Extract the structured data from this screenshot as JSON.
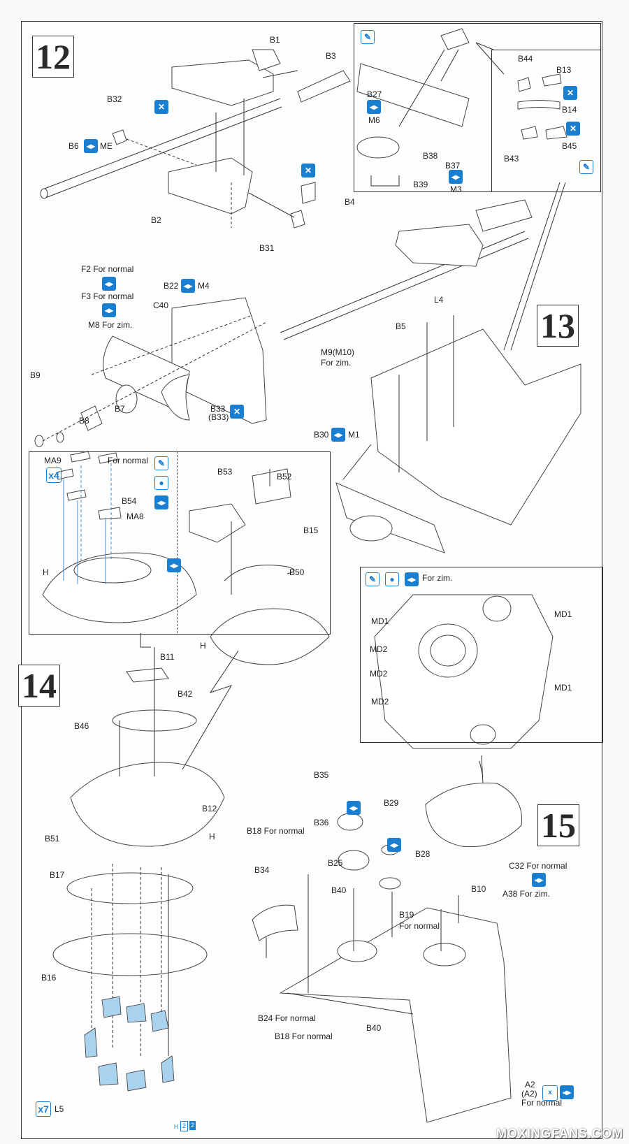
{
  "steps": {
    "s12": "12",
    "s13": "13",
    "s14": "14",
    "s15": "15"
  },
  "icons": {
    "remove": "remove-part-icon",
    "choose": "choose-option-icon",
    "paint": "paint-icon",
    "glue": "glue-icon",
    "remove_glyph": "✕",
    "choose_glyph": "◂▸",
    "paint_glyph": "✎",
    "glue_glyph": "💧"
  },
  "colors": {
    "accent_blue": "#1a7fd0",
    "part_blue": "#a9d2ee",
    "line": "#333333"
  },
  "step12": {
    "labels": {
      "B1": "B1",
      "B3": "B3",
      "B32": "B32",
      "B6": "B6",
      "ME": "ME",
      "B2": "B2",
      "B4": "B4",
      "B31": "B31",
      "F2": "F2 For normal",
      "F3": "F3 For normal",
      "M8": "M8 For zim.",
      "B22": "B22",
      "M4": "M4",
      "C40": "C40",
      "M9": "M9(M10)",
      "M9_note": "For zim.",
      "B9": "B9",
      "B7": "B7",
      "B8": "B8",
      "B33": "B33",
      "B33b": "(B33)"
    }
  },
  "step13": {
    "inset_labels": {
      "B27": "B27",
      "M6": "M6",
      "B38": "B38",
      "B37": "B37",
      "M3": "M3",
      "B39": "B39",
      "B44": "B44",
      "B13": "B13",
      "B14": "B14",
      "B43": "B43",
      "B45": "B45"
    },
    "labels": {
      "L4": "L4",
      "B5": "B5",
      "B30": "B30",
      "M1": "M1"
    }
  },
  "step14": {
    "inset_labels": {
      "MA9": "MA9",
      "x4": "x4",
      "for_normal": "For normal",
      "B54": "B54",
      "MA8": "MA8",
      "H": "H",
      "B53": "B53",
      "B52": "B52",
      "B15": "B15",
      "B50": "B50",
      "H2": "H"
    },
    "labels": {
      "B11": "B11",
      "B42": "B42",
      "B46": "B46",
      "B12": "B12",
      "B51": "B51",
      "H": "H",
      "B17": "B17",
      "B16": "B16",
      "x7": "x7",
      "L5": "L5",
      "sprue_H": "H",
      "sprue_2a": "2",
      "sprue_2b": "2"
    }
  },
  "step15": {
    "inset_labels": {
      "for_zim": "For zim.",
      "MD1_left": "MD1",
      "MD1_right_top": "MD1",
      "MD1_right_bottom": "MD1",
      "MD2_a": "MD2",
      "MD2_b": "MD2",
      "MD2_c": "MD2"
    },
    "labels": {
      "B35": "B35",
      "B36": "B36",
      "B29": "B29",
      "B28": "B28",
      "B18_top": "B18 For normal",
      "B25": "B25",
      "B34": "B34",
      "B40_top": "B40",
      "B19": "B19",
      "B19_note": "For normal",
      "B10": "B10",
      "C32": "C32 For normal",
      "A38": "A38 For zim.",
      "B24": "B24 For normal",
      "B18_bottom": "B18 For normal",
      "B40_bottom": "B40",
      "A2": "A2",
      "A2b": "(A2)",
      "A2_note": "For normal"
    }
  },
  "watermark": "MOXINGFANS.COM"
}
